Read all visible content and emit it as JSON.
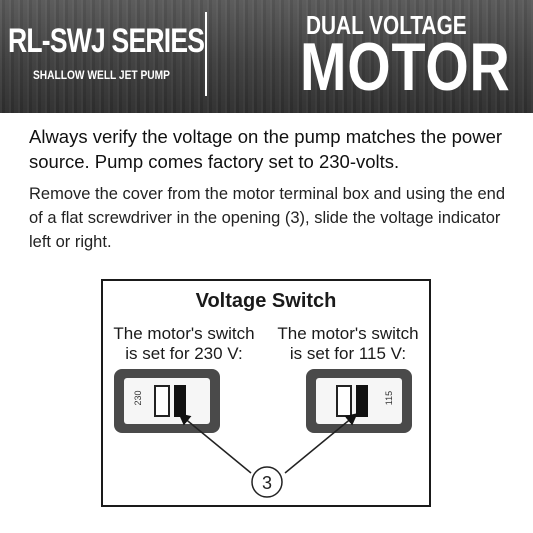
{
  "header": {
    "series_title": "RL-SWJ SERIES",
    "series_subtitle": "SHALLOW WELL JET PUMP",
    "dual_label": "DUAL VOLTAGE",
    "motor_label": "MOTOR"
  },
  "body": {
    "paragraph_1": "Always verify the voltage on the pump matches the power source. Pump comes factory set to 230-volts.",
    "paragraph_2": "Remove the cover from the motor terminal box and using the end of a flat screwdriver in the opening (3), slide the voltage indicator left or right."
  },
  "diagram": {
    "title": "Voltage Switch",
    "left_caption": "The motor's switch is set for 230 V:",
    "right_caption": "The motor's switch is set for 115 V:",
    "left_switch_label": "230",
    "right_switch_label": "115",
    "callout_number": "3"
  },
  "colors": {
    "header_background": "#3f3f3f",
    "header_text": "#ffffff",
    "switch_body": "#4a4a4a",
    "indicator": "#111111"
  }
}
